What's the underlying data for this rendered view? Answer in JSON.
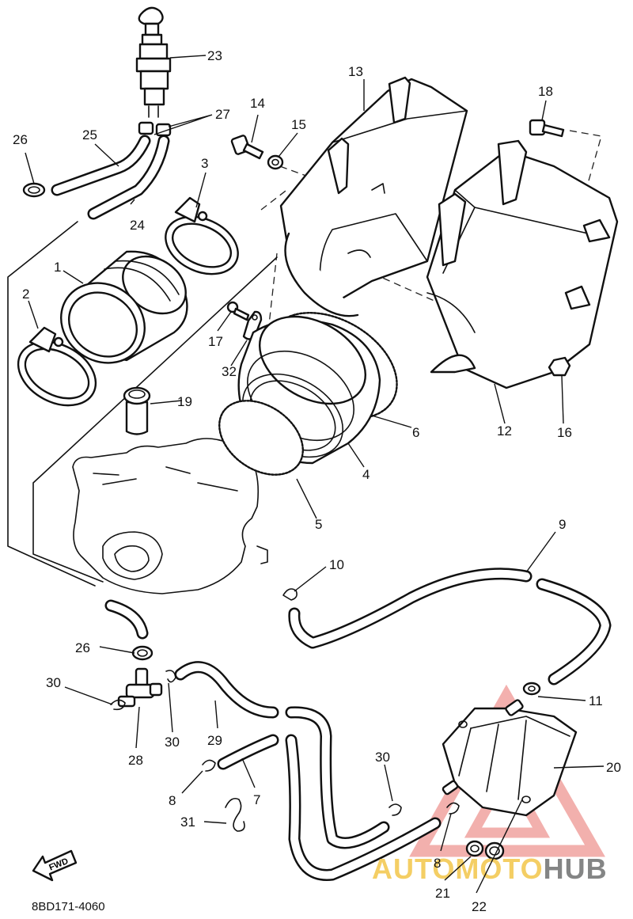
{
  "diagram_code": "8BD171-4060",
  "direction_label": "FWD",
  "watermark": {
    "part1": "AUTOMOTO",
    "part2": "HUB",
    "color1": "#f3c64a",
    "color2": "#6f7070",
    "logo_color": "#e9706b"
  },
  "callouts": {
    "c1": "1",
    "c2": "2",
    "c3": "3",
    "c4": "4",
    "c5": "5",
    "c6": "6",
    "c7": "7",
    "c8a": "8",
    "c8b": "8",
    "c9": "9",
    "c10": "10",
    "c11": "11",
    "c12": "12",
    "c13": "13",
    "c14": "14",
    "c15": "15",
    "c16": "16",
    "c17": "17",
    "c18": "18",
    "c19": "19",
    "c20": "20",
    "c21": "21",
    "c22": "22",
    "c23": "23",
    "c24": "24",
    "c25": "25",
    "c26a": "26",
    "c26b": "26",
    "c27": "27",
    "c28": "28",
    "c29": "29",
    "c30a": "30",
    "c30b": "30",
    "c30c": "30",
    "c31": "31",
    "c32": "32"
  }
}
